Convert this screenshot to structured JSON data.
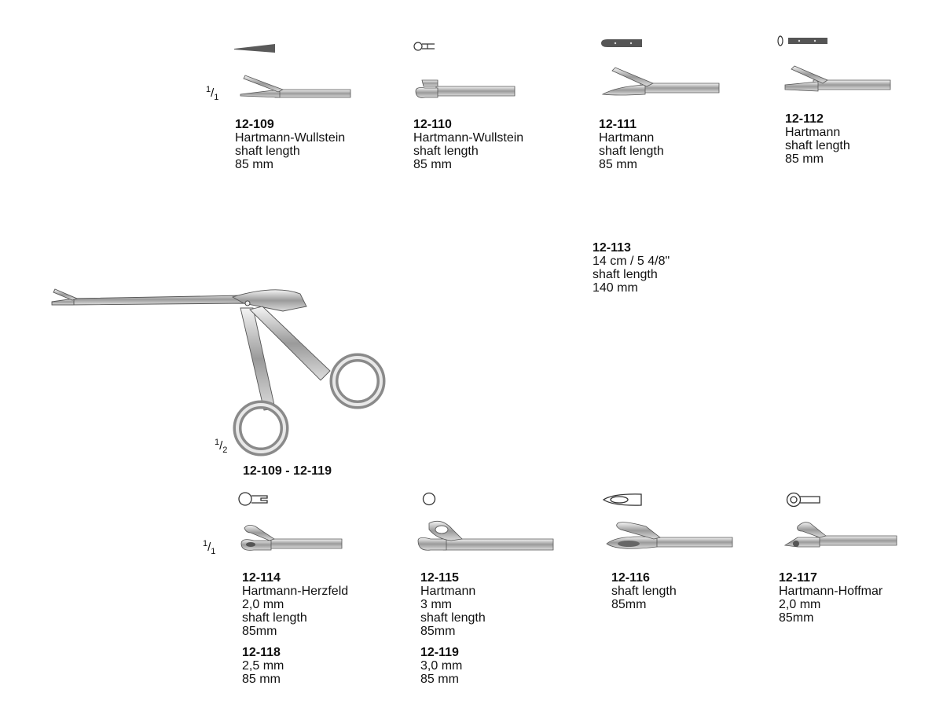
{
  "scale_full": {
    "num": "1",
    "den": "1"
  },
  "scale_half": {
    "num": "1",
    "den": "2"
  },
  "top_items": [
    {
      "code": "12-109",
      "lines": [
        "Hartmann-Wullstein",
        "shaft length",
        "85 mm"
      ]
    },
    {
      "code": "12-110",
      "lines": [
        "Hartmann-Wullstein",
        "shaft length",
        "85 mm"
      ]
    },
    {
      "code": "12-111",
      "lines": [
        "Hartmann",
        "shaft length",
        "85 mm"
      ]
    },
    {
      "code": "12-112",
      "lines": [
        "Hartmann",
        "shaft length",
        "85 mm"
      ]
    }
  ],
  "main_item": {
    "code": "12-113",
    "lines": [
      "14 cm / 5 4/8\"",
      "shaft length",
      "140 mm"
    ]
  },
  "range_label": "12-109 - 12-119",
  "bottom_items": [
    {
      "code": "12-114",
      "lines": [
        "Hartmann-Herzfeld",
        "2,0 mm",
        "shaft length",
        "85mm"
      ]
    },
    {
      "code": "12-115",
      "lines": [
        "Hartmann",
        "3 mm",
        "shaft length",
        "85mm"
      ]
    },
    {
      "code": "12-116",
      "lines": [
        "shaft length",
        "85mm"
      ]
    },
    {
      "code": "12-117",
      "lines": [
        "Hartmann-Hoffmar",
        "2,0 mm",
        "85mm"
      ]
    }
  ],
  "extra_items": [
    {
      "code": "12-118",
      "lines": [
        "2,5 mm",
        "85 mm"
      ]
    },
    {
      "code": "12-119",
      "lines": [
        "3,0 mm",
        "85 mm"
      ]
    }
  ]
}
